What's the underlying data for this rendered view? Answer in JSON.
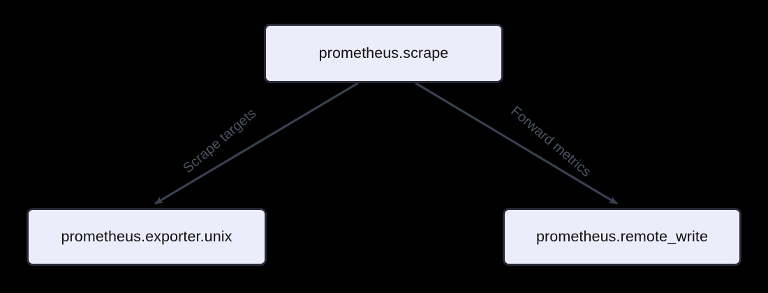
{
  "diagram": {
    "type": "flowchart",
    "direction": "top-down",
    "background_color": "#000000",
    "node_fill": "#ECECFA",
    "node_border_color": "#272B38",
    "node_text_color": "#111111",
    "edge_color": "#394150",
    "edge_label_color": "#4A5361",
    "nodes": [
      {
        "id": "scrape",
        "label": "prometheus.scrape"
      },
      {
        "id": "exporter_unix",
        "label": "prometheus.exporter.unix"
      },
      {
        "id": "remote_write",
        "label": "prometheus.remote_write"
      }
    ],
    "edges": [
      {
        "from": "scrape",
        "to": "exporter_unix",
        "label": "Scrape targets",
        "arrow": "arrowhead-icon"
      },
      {
        "from": "scrape",
        "to": "remote_write",
        "label": "Forward metrics",
        "arrow": "arrowhead-icon"
      }
    ]
  }
}
